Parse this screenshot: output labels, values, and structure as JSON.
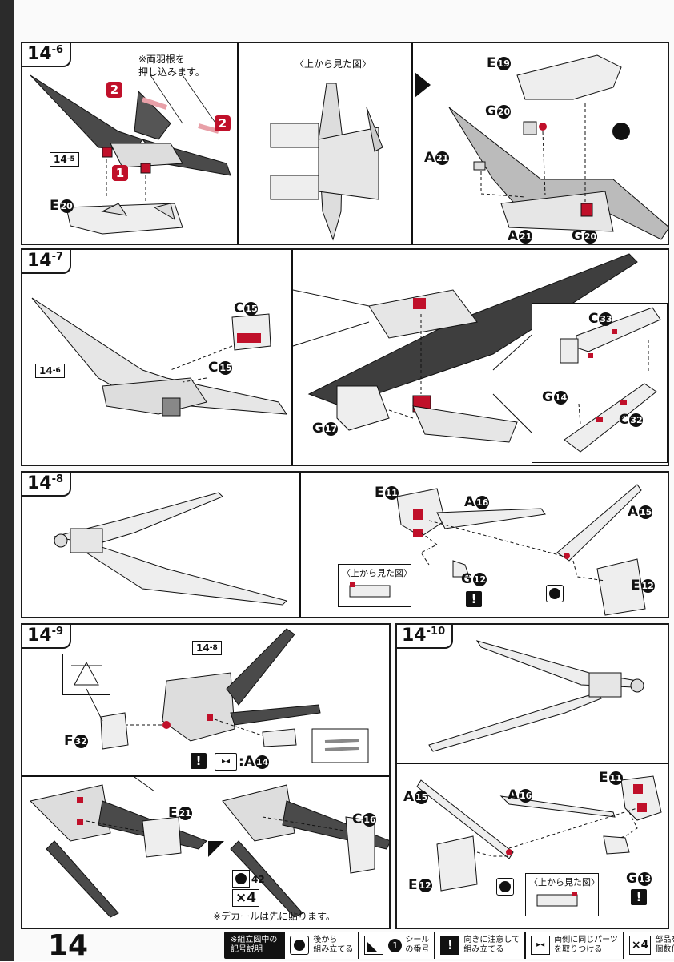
{
  "page_number": "14",
  "steps": {
    "s146": {
      "label": "14",
      "sub": "6"
    },
    "s147": {
      "label": "14",
      "sub": "7"
    },
    "s148": {
      "label": "14",
      "sub": "8"
    },
    "s149": {
      "label": "14",
      "sub": "9"
    },
    "s1410": {
      "label": "14",
      "sub": "10"
    }
  },
  "p146": {
    "note": "※両羽根を\n押し込みます。",
    "ref": {
      "main": "14",
      "sub": "5"
    },
    "part_e20": {
      "letter": "E",
      "num": "20"
    },
    "top_view": "〈上から見た図〉",
    "e19": {
      "letter": "E",
      "num": "19"
    },
    "g20a": {
      "letter": "G",
      "num": "20"
    },
    "a21a": {
      "letter": "A",
      "num": "21"
    },
    "a21b": {
      "letter": "A",
      "num": "21"
    },
    "g20b": {
      "letter": "G",
      "num": "20"
    },
    "badge1": "1",
    "badge2": "2"
  },
  "p147": {
    "c15a": {
      "letter": "C",
      "num": "15"
    },
    "c15b": {
      "letter": "C",
      "num": "15"
    },
    "ref": {
      "main": "14",
      "sub": "6"
    },
    "g17": {
      "letter": "G",
      "num": "17"
    },
    "c33": {
      "letter": "C",
      "num": "33"
    },
    "g14": {
      "letter": "G",
      "num": "14"
    },
    "c32": {
      "letter": "C",
      "num": "32"
    }
  },
  "p148": {
    "e11": {
      "letter": "E",
      "num": "11"
    },
    "a16": {
      "letter": "A",
      "num": "16"
    },
    "a15": {
      "letter": "A",
      "num": "15"
    },
    "top_view": "〈上から見た図〉",
    "g12": {
      "letter": "G",
      "num": "12"
    },
    "e12": {
      "letter": "E",
      "num": "12"
    }
  },
  "p149": {
    "ref": {
      "main": "14",
      "sub": "8"
    },
    "f32": {
      "letter": "F",
      "num": "32"
    },
    "a14": {
      "letter": "A",
      "num": "14"
    },
    "e21": {
      "letter": "E",
      "num": "21"
    },
    "c16": {
      "letter": "C",
      "num": "16"
    },
    "sticker": "42",
    "times": "×4",
    "decal_note": "※デカールは先に貼ります。"
  },
  "p1410": {
    "e11": {
      "letter": "E",
      "num": "11"
    },
    "a15": {
      "letter": "A",
      "num": "15"
    },
    "a16": {
      "letter": "A",
      "num": "16"
    },
    "e12": {
      "letter": "E",
      "num": "12"
    },
    "g13": {
      "letter": "G",
      "num": "13"
    },
    "top_view": "〈上から見た図〉"
  },
  "legend": {
    "head": "※組立図中の\n記号説明",
    "items": [
      {
        "icon": "hole-icon",
        "text": "後から\n組み立てる"
      },
      {
        "icon": "sticker-number-icon",
        "text": "シール\nの番号",
        "num": "1"
      },
      {
        "icon": "caution-icon",
        "text": "向きに注意して\n組み立てる"
      },
      {
        "icon": "mirror-icon",
        "text": "両側に同じパーツ\nを取りつける"
      },
      {
        "icon": "count-icon",
        "text": "部品を数値の\n個数作ります",
        "num": "×4"
      }
    ]
  }
}
